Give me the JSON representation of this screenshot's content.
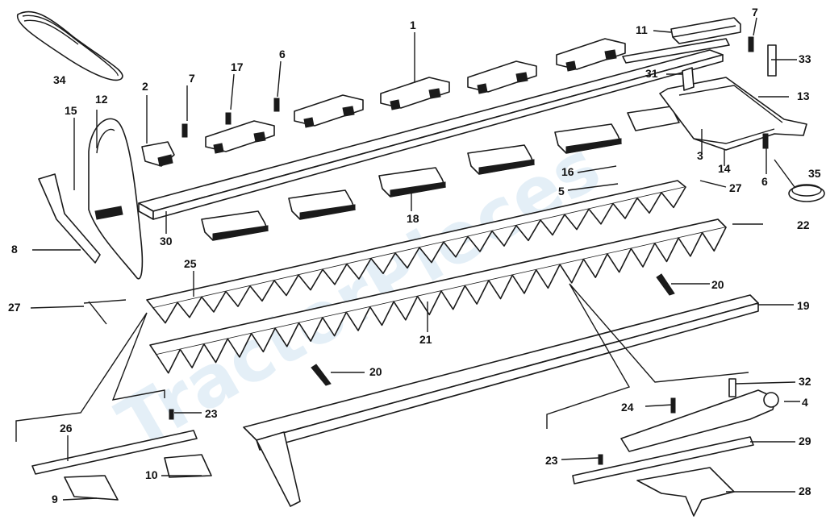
{
  "watermark": "TractorPieces",
  "callouts": [
    "1",
    "2",
    "3",
    "4",
    "5",
    "6",
    "6",
    "7",
    "7",
    "8",
    "9",
    "10",
    "11",
    "12",
    "13",
    "14",
    "15",
    "16",
    "17",
    "18",
    "19",
    "20",
    "20",
    "21",
    "22",
    "23",
    "23",
    "24",
    "25",
    "26",
    "27",
    "27",
    "28",
    "29",
    "30",
    "31",
    "32",
    "33",
    "34",
    "35"
  ]
}
